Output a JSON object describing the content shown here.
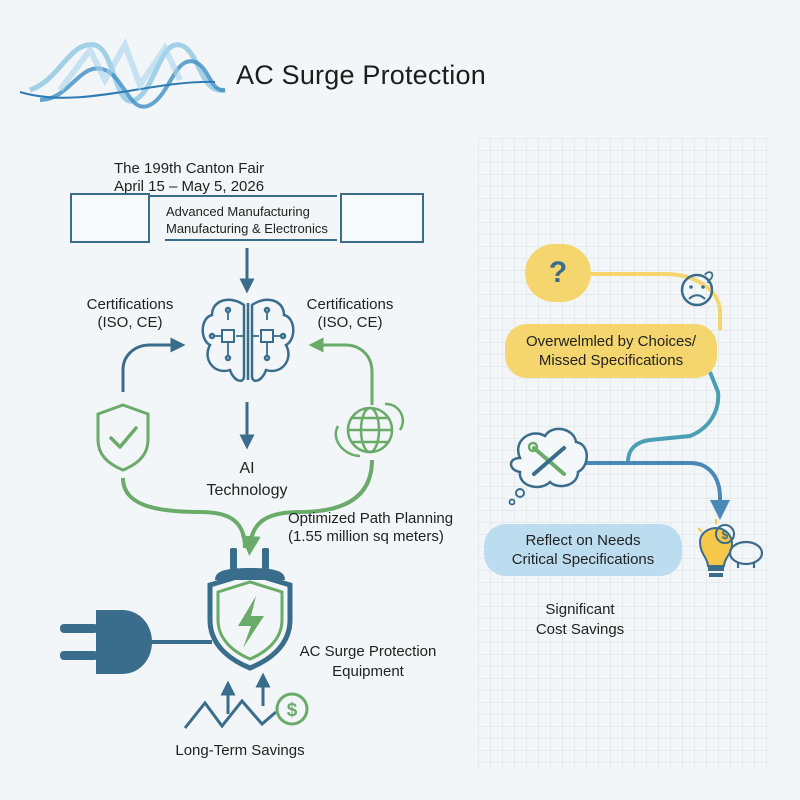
{
  "title": "AC Surge Protection",
  "fair": {
    "name": "The 199th Canton Fair",
    "dates": "April 15 – May 5, 2026",
    "line1": "Advanced Manufacturing",
    "line2": "Manufacturing & Electronics"
  },
  "left_cert": {
    "line1": "Certifications",
    "line2": "(ISO, CE)"
  },
  "right_cert": {
    "line1": "Certifications",
    "line2": "(ISO, CE)"
  },
  "ai": {
    "line1": "AI",
    "line2": "Technology"
  },
  "path_planning": {
    "line1": "Optimized Path Planning",
    "line2": "(1.55 million sq meters)"
  },
  "equipment": {
    "line1": "AC Surge Protection",
    "line2": "Equipment"
  },
  "savings_long": "Long-Term Savings",
  "right_flow": {
    "question_mark": "?",
    "overwhelmed_line1": "Overwelmled by Choices/",
    "overwhelmed_line2": "Missed Specifications",
    "reflect_line1": "Reflect on Needs",
    "reflect_line2": "Critical Specifications",
    "cost_line1": "Significant",
    "cost_line2": "Cost Savings"
  },
  "colors": {
    "navy": "#3a6c8c",
    "green": "#6aab6a",
    "blue": "#4a88b6",
    "yellow": "#f5d66e",
    "light_blue": "#bcdcef"
  },
  "icons": [
    "wave-logo-icon",
    "calendar-icon",
    "search-icon",
    "brain-chip-icon",
    "shield-check-icon",
    "globe-icon",
    "shield-bolt-icon",
    "plug-icon",
    "growth-dollar-icon",
    "question-icon",
    "worried-face-icon",
    "tools-bubble-icon",
    "lightbulb-icon",
    "piggy-bank-icon"
  ]
}
